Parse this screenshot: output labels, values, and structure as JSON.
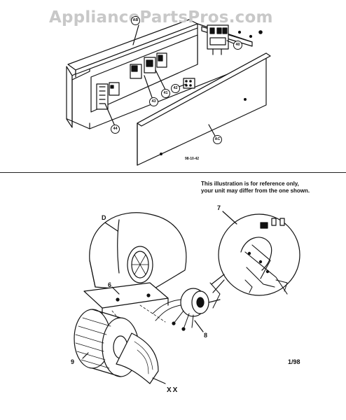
{
  "watermark": "AppliancePartsPros.com",
  "top_diagram": {
    "callouts": [
      "AB",
      "40",
      "41",
      "42",
      "43",
      "44",
      "AC"
    ],
    "code": "98-10-42"
  },
  "bottom_diagram": {
    "note_line1": "This illustration is for reference only,",
    "note_line2": "your unit may differ from the one shown.",
    "labels": [
      "D",
      "7",
      "6",
      "8",
      "9",
      "XX"
    ],
    "date": "1/98"
  }
}
